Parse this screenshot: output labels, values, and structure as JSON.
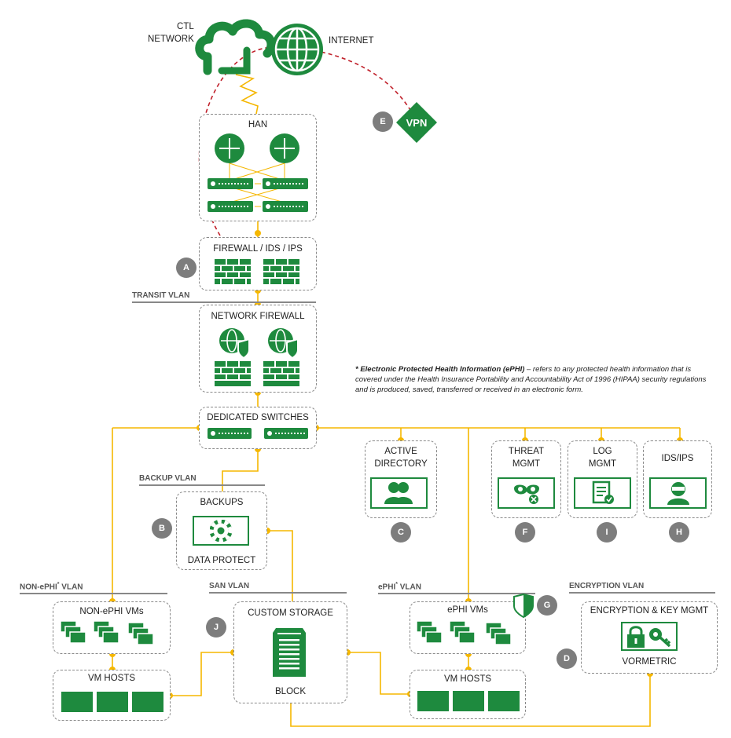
{
  "top": {
    "ctl_line1": "CTL",
    "ctl_line2": "NETWORK",
    "internet": "INTERNET",
    "vpn": "VPN"
  },
  "boxes": {
    "han": "HAN",
    "firewall_ids_ips": "FIREWALL / IDS / IPS",
    "network_firewall": "NETWORK FIREWALL",
    "dedicated_switches": "DEDICATED SWITCHES",
    "backups": "BACKUPS",
    "data_protect": "DATA PROTECT",
    "active_directory_1": "ACTIVE",
    "active_directory_2": "DIRECTORY",
    "threat_1": "THREAT",
    "threat_2": "MGMT",
    "log_1": "LOG",
    "log_2": "MGMT",
    "idsips": "IDS/IPS",
    "nonephi_vms": "NON-ePHI VMs",
    "vm_hosts_left": "VM HOSTS",
    "custom_storage": "CUSTOM STORAGE",
    "block": "BLOCK",
    "ephi_vms": "ePHI VMs",
    "vm_hosts_right": "VM HOSTS",
    "encryption": "ENCRYPTION & KEY MGMT",
    "vormetric": "VORMETRIC"
  },
  "vlans": {
    "transit": "TRANSIT VLAN",
    "backup": "BACKUP VLAN",
    "nonephi": "NON-ePHI",
    "nonephi_suffix": " VLAN",
    "san": "SAN VLAN",
    "ephi": "ePHI",
    "ephi_suffix": " VLAN",
    "encryption": "ENCRYPTION VLAN",
    "asterisk": "*"
  },
  "badges": {
    "a": "A",
    "b": "B",
    "c": "C",
    "d": "D",
    "e": "E",
    "f": "F",
    "g": "G",
    "h": "H",
    "i": "I",
    "j": "J"
  },
  "note": {
    "bold": "* Electronic Protected Health Information (ePHI)",
    "text": " – refers to any protected health information that is covered under the Health Insurance Portability and Accountability Act of 1996 (HIPAA) security regulations and is produced, saved, transferred or received in an electronic form."
  },
  "colors": {
    "green": "#1e8a3e",
    "connector": "#f5b700",
    "vpn_path": "#c0202a",
    "badge": "#7d7d7d"
  }
}
